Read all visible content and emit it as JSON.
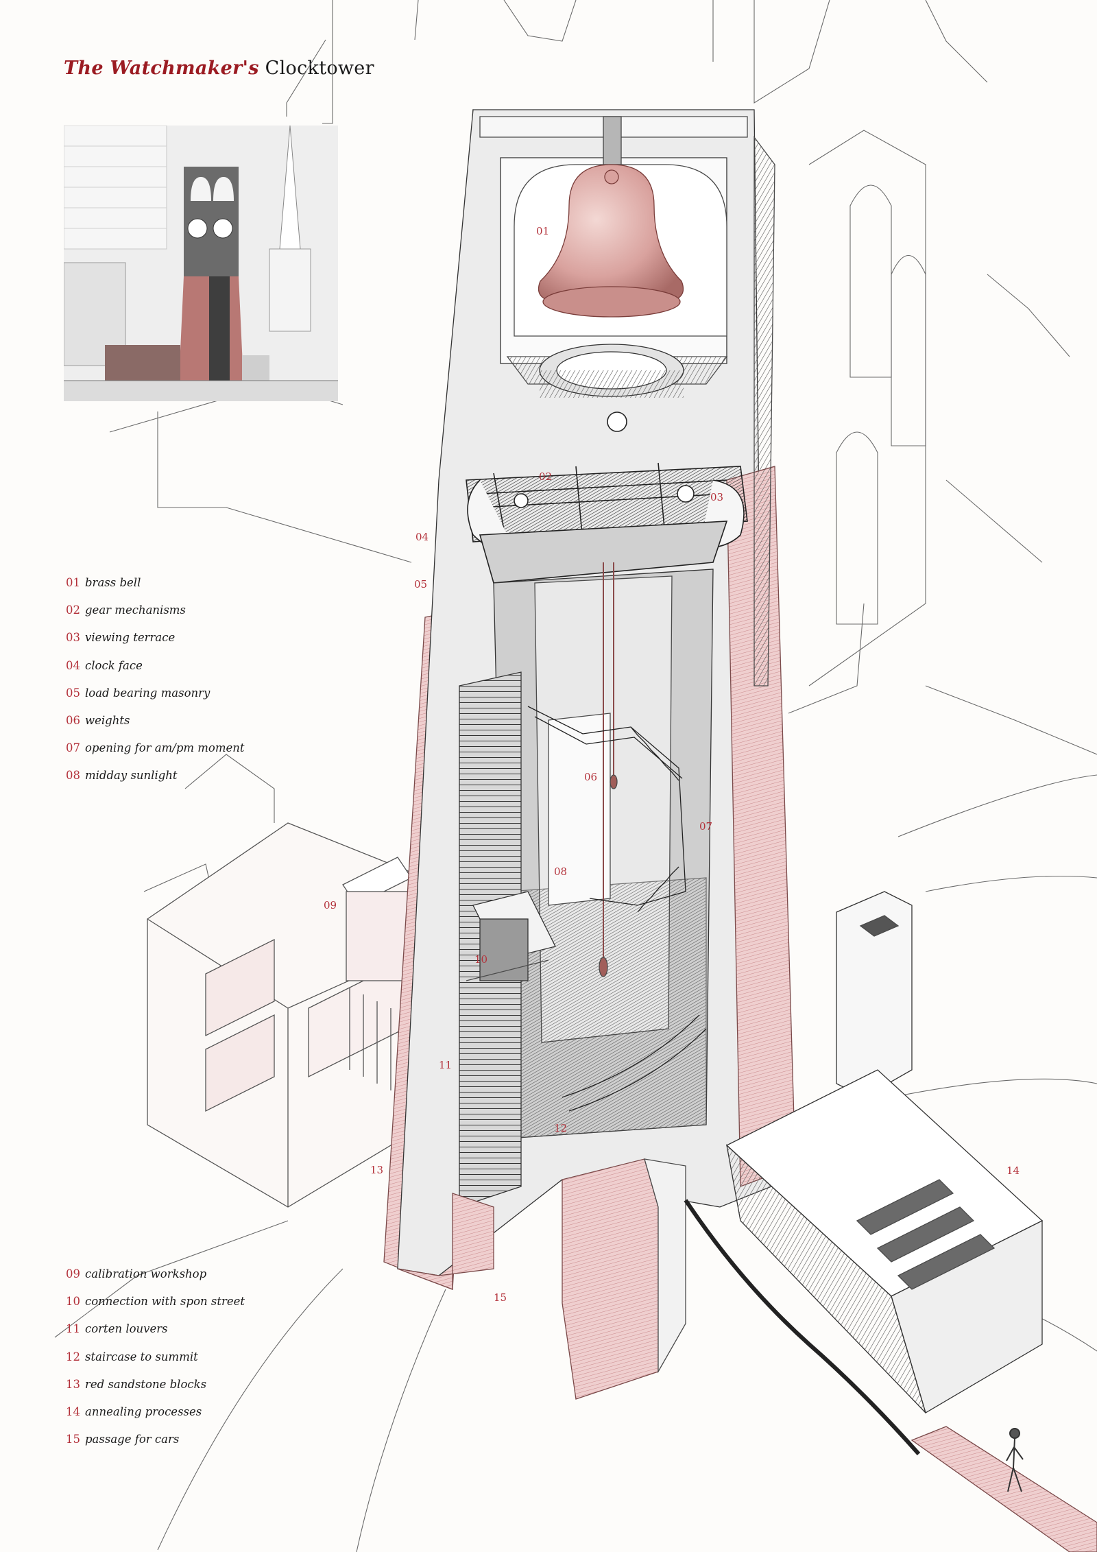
{
  "title": {
    "part1": "The Watchmaker's",
    "part2": "Clocktower"
  },
  "legend_upper": [
    {
      "num": "01",
      "label": "brass bell"
    },
    {
      "num": "02",
      "label": "gear mechanisms"
    },
    {
      "num": "03",
      "label": "viewing terrace"
    },
    {
      "num": "04",
      "label": "clock face"
    },
    {
      "num": "05",
      "label": "load bearing masonry"
    },
    {
      "num": "06",
      "label": "weights"
    },
    {
      "num": "07",
      "label": "opening for am/pm moment"
    },
    {
      "num": "08",
      "label": "midday sunlight"
    }
  ],
  "legend_lower": [
    {
      "num": "09",
      "label": "calibration workshop"
    },
    {
      "num": "10",
      "label": "connection with spon street"
    },
    {
      "num": "11",
      "label": "corten louvers"
    },
    {
      "num": "12",
      "label": "staircase to summit"
    },
    {
      "num": "13",
      "label": "red sandstone blocks"
    },
    {
      "num": "14",
      "label": "annealing processes"
    },
    {
      "num": "15",
      "label": "passage for cars"
    }
  ],
  "callouts": [
    "01",
    "02",
    "03",
    "04",
    "05",
    "06",
    "07",
    "08",
    "09",
    "10",
    "11",
    "12",
    "13",
    "14",
    "15"
  ],
  "colors": {
    "accent_red": "#9b1b22",
    "sandstone": "#e8c3c3",
    "bell": "#d9a29e",
    "line": "#3a3a3a"
  }
}
